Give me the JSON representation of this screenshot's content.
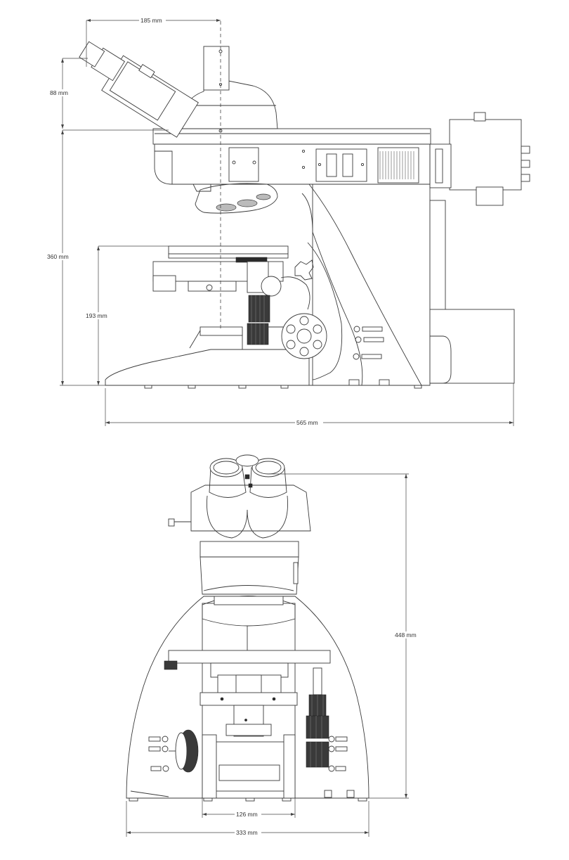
{
  "side_view": {
    "dim_eyepiece_offset": "185 mm",
    "dim_head_height": "88 mm",
    "dim_body_height": "360 mm",
    "dim_stage_height": "193 mm",
    "dim_total_length": "565 mm"
  },
  "front_view": {
    "dim_total_height": "448 mm",
    "dim_inner_width": "126 mm",
    "dim_total_width": "333 mm"
  },
  "colors": {
    "line": "#3a3a3a",
    "background": "#ffffff"
  }
}
